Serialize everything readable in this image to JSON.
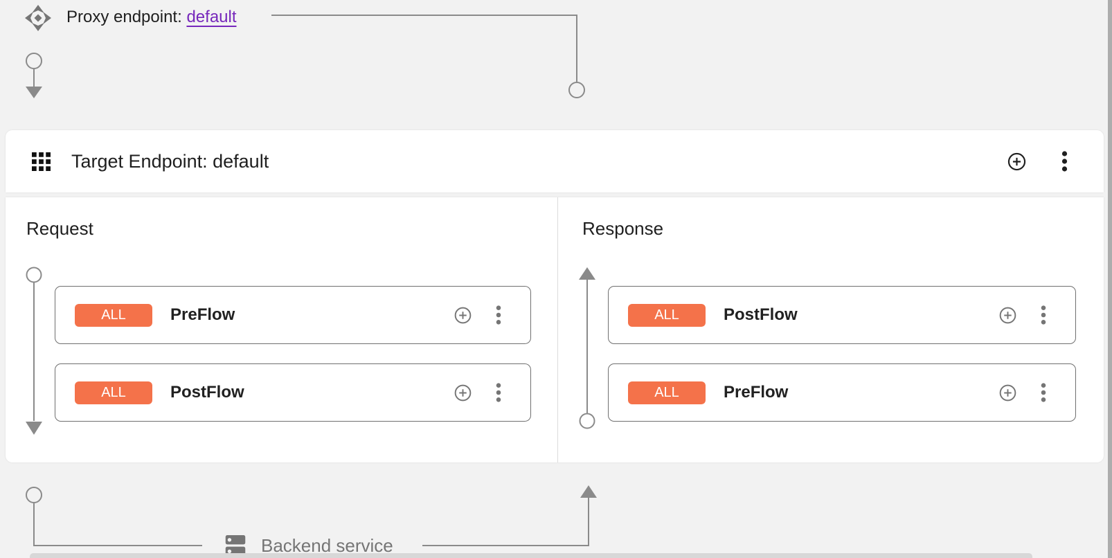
{
  "colors": {
    "page_background": "#f2f2f2",
    "card_background": "#ffffff",
    "badge_orange": "#f4724a",
    "link_purple": "#7627bb",
    "connector_gray": "#8a8a8a",
    "icon_gray": "#757575",
    "text_primary": "#1f1f1f",
    "text_secondary": "#757575"
  },
  "proxy_endpoint": {
    "icon": "proxy-endpoint-icon",
    "label": "Proxy endpoint:",
    "link_text": "default"
  },
  "target_endpoint": {
    "icon": "grid-icon",
    "title": "Target Endpoint: default",
    "actions": {
      "add": {
        "icon": "add-circle-icon"
      },
      "menu": {
        "icon": "kebab-menu-icon"
      }
    },
    "request": {
      "title": "Request",
      "flows": [
        {
          "badge": "ALL",
          "name": "PreFlow"
        },
        {
          "badge": "ALL",
          "name": "PostFlow"
        }
      ]
    },
    "response": {
      "title": "Response",
      "flows": [
        {
          "badge": "ALL",
          "name": "PostFlow"
        },
        {
          "badge": "ALL",
          "name": "PreFlow"
        }
      ]
    }
  },
  "backend": {
    "icon": "backend-service-icon",
    "label": "Backend service"
  }
}
